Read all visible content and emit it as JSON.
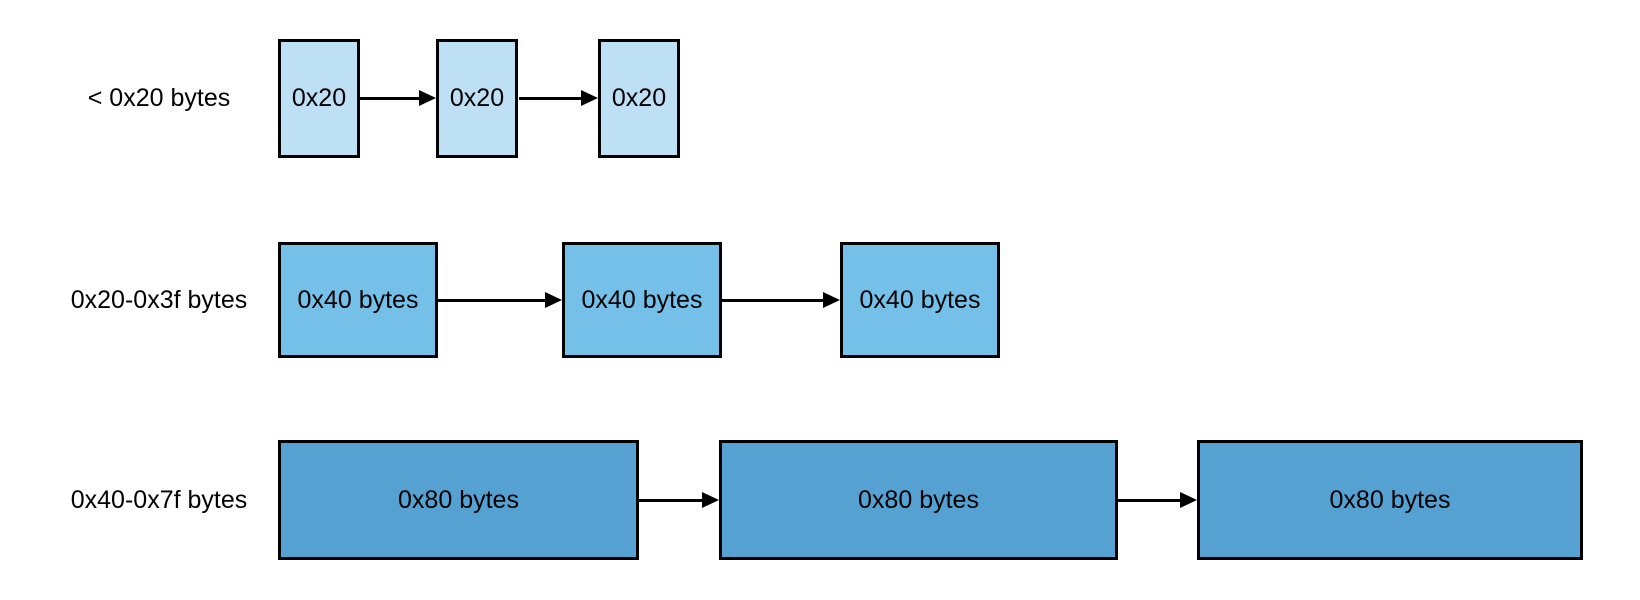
{
  "page": {
    "background": "#ffffff"
  },
  "diagram": {
    "type": "linked-list-freelists",
    "border_color": "#000000",
    "arrow_color": "#000000",
    "text_color": "#000000",
    "rows": [
      {
        "label": "< 0x20 bytes",
        "node_fill": "#BEE0F5",
        "nodes": [
          "0x20",
          "0x20",
          "0x20"
        ]
      },
      {
        "label": "0x20-0x3f bytes",
        "node_fill": "#74C0E8",
        "nodes": [
          "0x40 bytes",
          "0x40 bytes",
          "0x40 bytes"
        ]
      },
      {
        "label": "0x40-0x7f bytes",
        "node_fill": "#55A1D2",
        "nodes": [
          "0x80 bytes",
          "0x80 bytes",
          "0x80 bytes"
        ]
      }
    ]
  }
}
